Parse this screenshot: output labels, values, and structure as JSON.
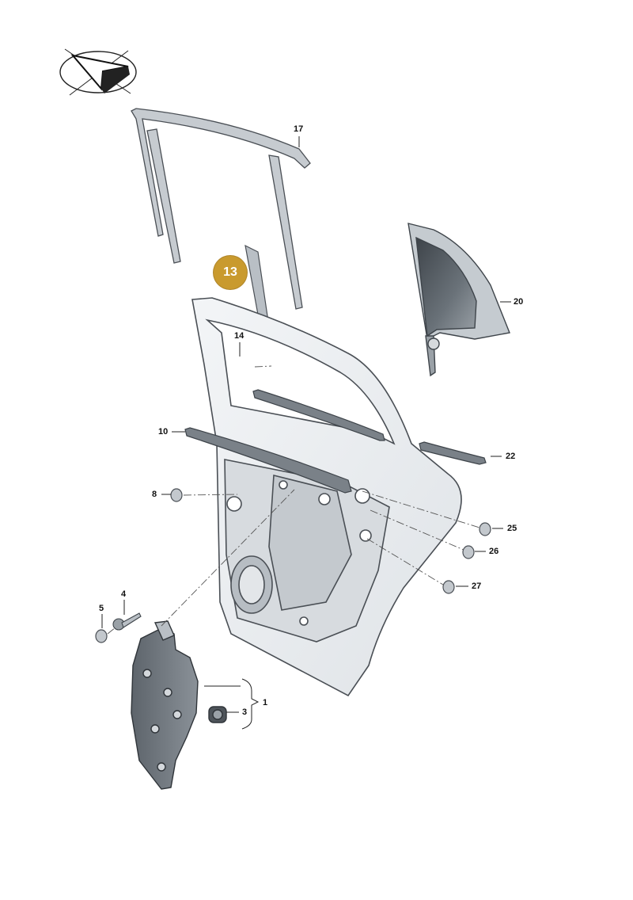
{
  "callouts": {
    "c17": "17",
    "c20": "20",
    "c14": "14",
    "c10": "10",
    "c22": "22",
    "c8": "8",
    "c25": "25",
    "c26": "26",
    "c27": "27",
    "c4": "4",
    "c5": "5",
    "c1": "1",
    "c3": "3"
  },
  "highlight": {
    "label": "13",
    "color": "#c99a2e"
  },
  "icons": {
    "orientation": "direction-arrow-icon"
  },
  "colors": {
    "part_fill": "#eef0f2",
    "part_stroke": "#4a4f55",
    "dark_part": "#6e747b",
    "glass": "#5d646b"
  }
}
